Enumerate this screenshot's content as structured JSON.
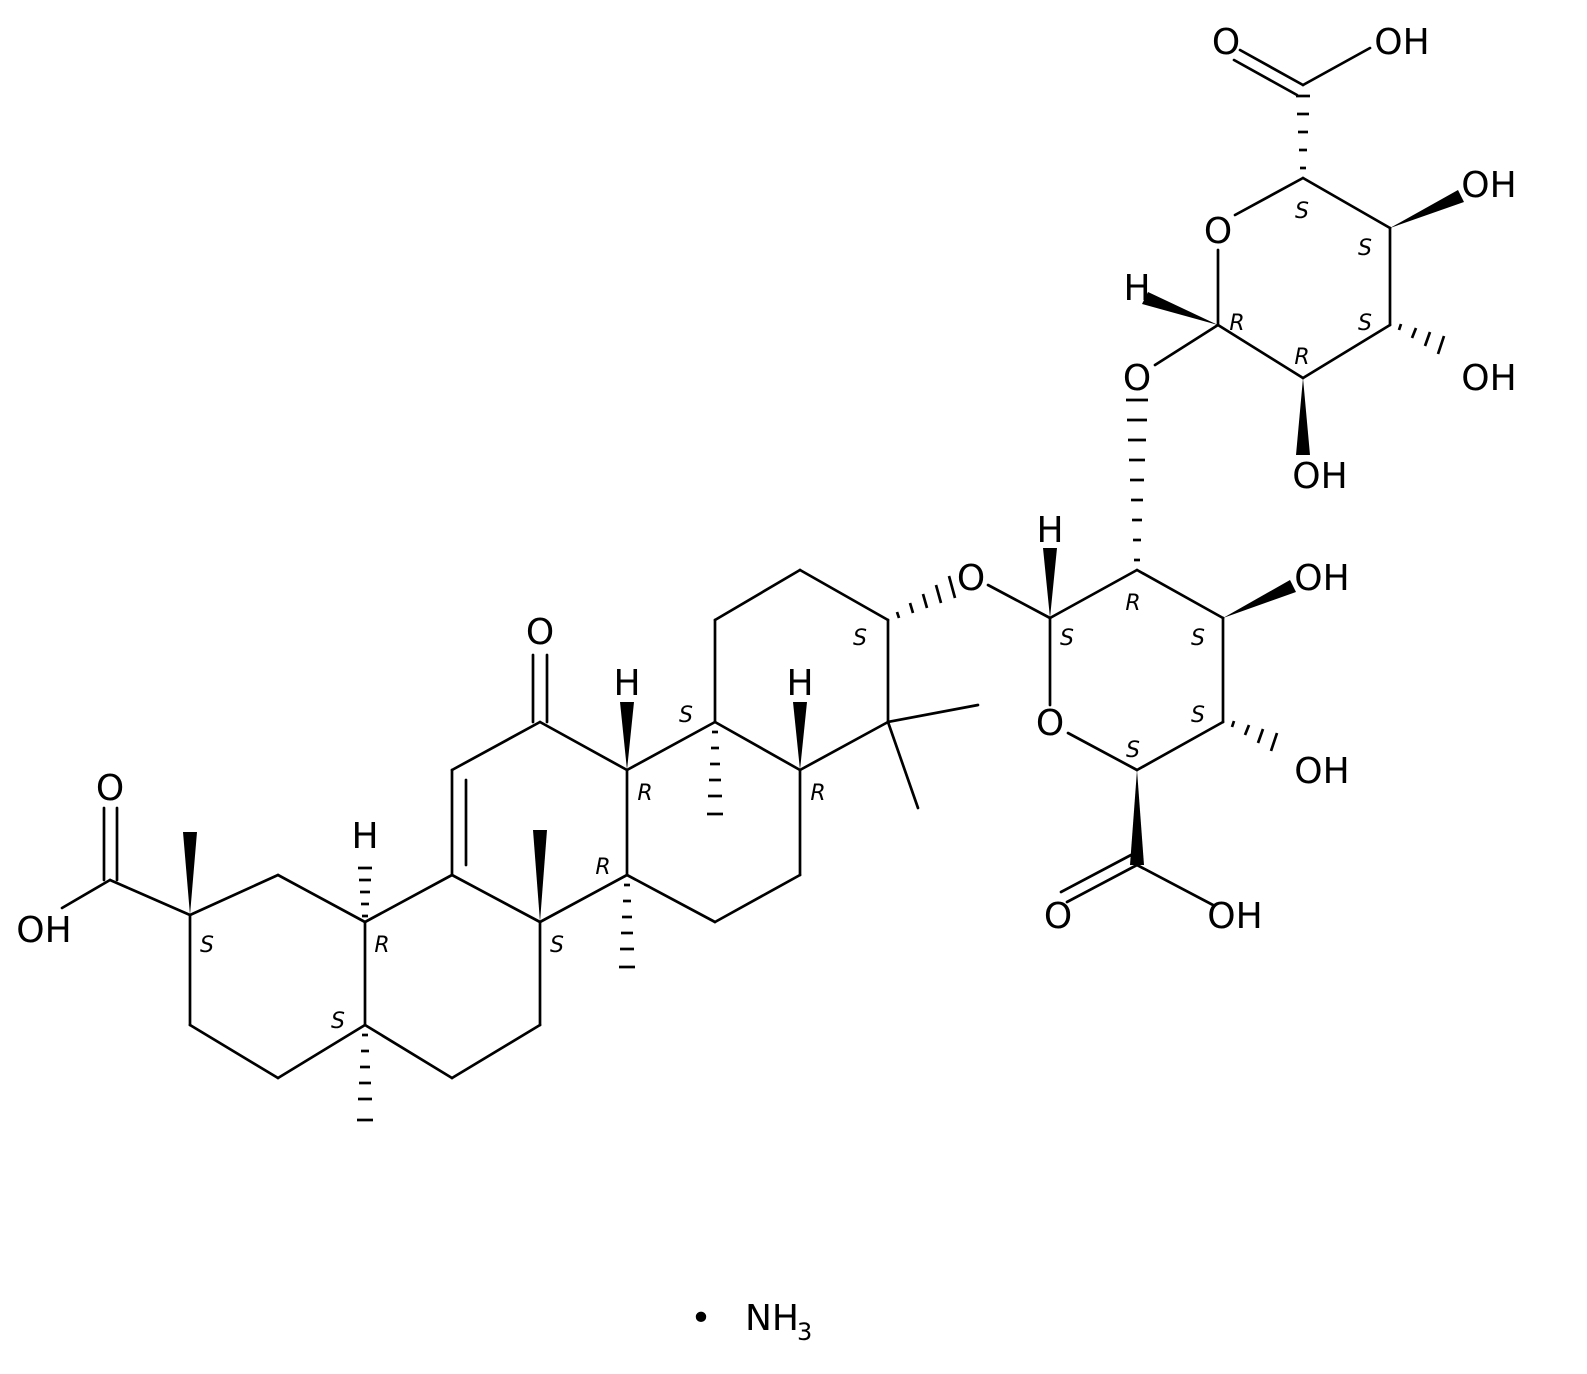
{
  "diagram": {
    "type": "chemical-structure",
    "labels": {
      "o_carbonyl": "O",
      "h_c18": "H",
      "h_c9": "H",
      "h_c5": "H",
      "acid_o": "O",
      "acid_oh": "OH",
      "o_link1": "O",
      "h_anomeric1": "H",
      "ring_o1": "O",
      "oh_c2": "OH",
      "oh_c3": "OH",
      "acid2_o": "O",
      "acid2_oh": "OH",
      "o_link2": "O",
      "h_anomeric2": "H",
      "ring_o2": "O",
      "oh_c2b": "OH",
      "oh_c3b": "OH",
      "oh_c4b": "OH",
      "acid3_o": "O",
      "acid3_oh": "OH",
      "salt_dot": "•",
      "salt_nh": "NH",
      "salt_sub": "3"
    },
    "stereo": {
      "s_c20": "S",
      "r_c18": "R",
      "s_c17": "S",
      "r_c13": "R",
      "r_c9": "R",
      "s_c8": "S",
      "r_c5": "R",
      "s_c10": "S",
      "s_c3": "S",
      "s_c1b": "S",
      "r_c2b": "R",
      "s_c3b": "S",
      "s_c4b": "S",
      "s_c5b": "S",
      "r_c1c": "R",
      "r_c2c": "R",
      "s_c3c": "S",
      "s_c4c": "S",
      "s_c5c": "S"
    }
  }
}
